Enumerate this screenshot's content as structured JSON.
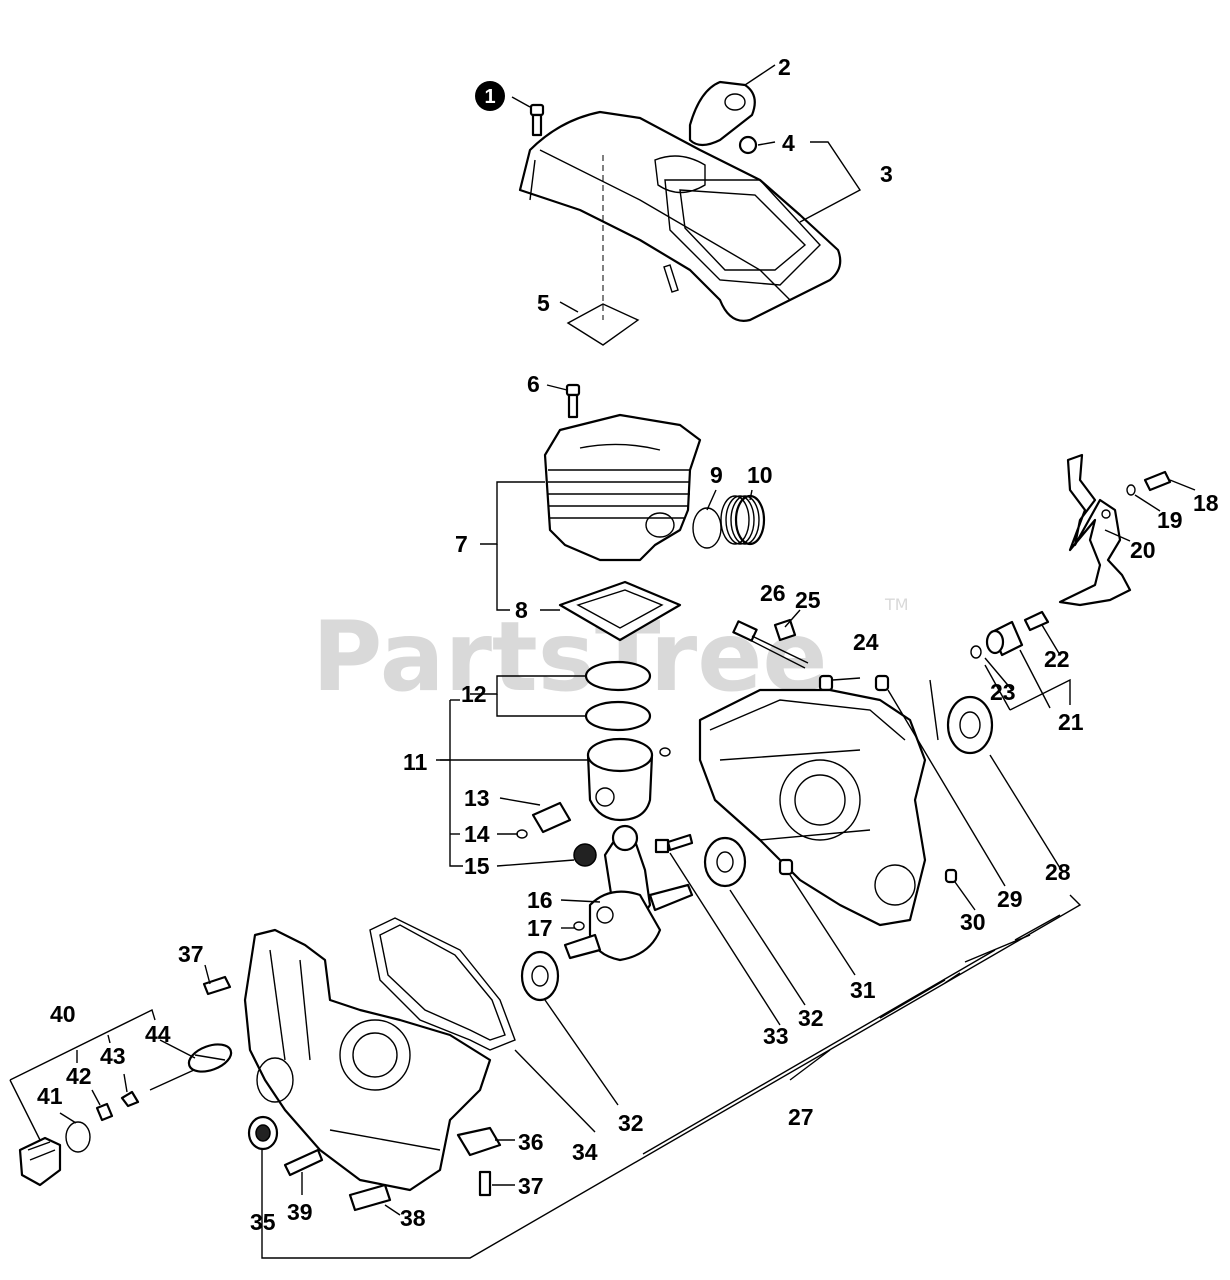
{
  "watermark": {
    "text": "PartsTree",
    "tm": "TM"
  },
  "callouts": {
    "c1": "1",
    "c2": "2",
    "c3": "3",
    "c4": "4",
    "c5": "5",
    "c6": "6",
    "c7": "7",
    "c8": "8",
    "c9": "9",
    "c10": "10",
    "c11": "11",
    "c12": "12",
    "c13": "13",
    "c14": "14",
    "c15": "15",
    "c16": "16",
    "c17": "17",
    "c18": "18",
    "c19": "19",
    "c20": "20",
    "c21": "21",
    "c22": "22",
    "c23": "23",
    "c24": "24",
    "c25": "25",
    "c26": "26",
    "c27": "27",
    "c28": "28",
    "c29": "29",
    "c30": "30",
    "c31": "31",
    "c32": "32",
    "c33": "33",
    "c34": "34",
    "c35": "35",
    "c36": "36",
    "c37": "37",
    "c38": "38",
    "c39": "39",
    "c40": "40",
    "c41": "41",
    "c42": "42",
    "c43": "43",
    "c44": "44"
  }
}
